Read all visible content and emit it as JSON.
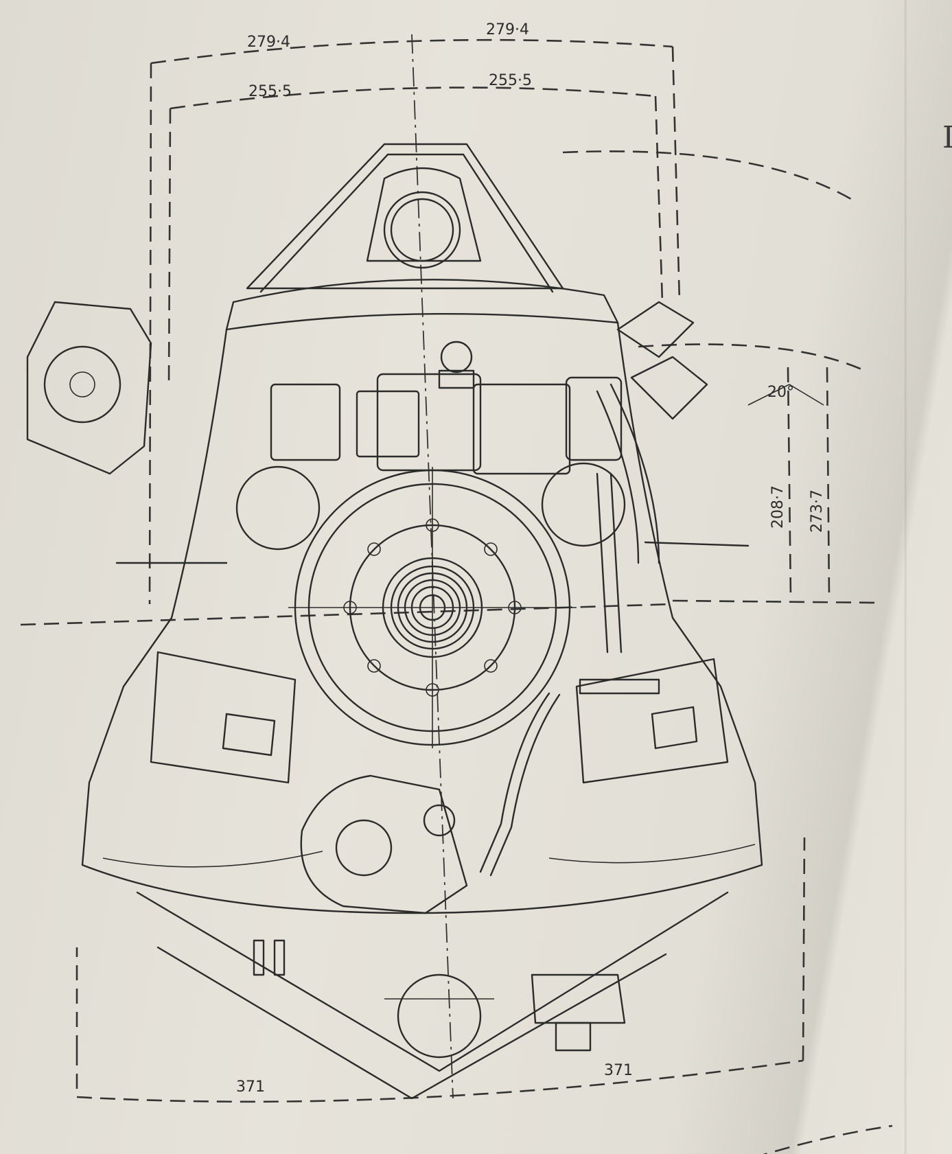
{
  "dimensions": {
    "top_outer_left": "279·4",
    "top_outer_right": "279·4",
    "top_inner_left": "255·5",
    "top_inner_right": "255·5",
    "side_inner": "208·7",
    "side_outer": "273·7",
    "angle": "20°",
    "bottom_left": "371",
    "bottom_right": "371"
  },
  "margin_text": "I",
  "colors": {
    "paper": "#e4e1d8",
    "ink": "#2b2b2b"
  }
}
